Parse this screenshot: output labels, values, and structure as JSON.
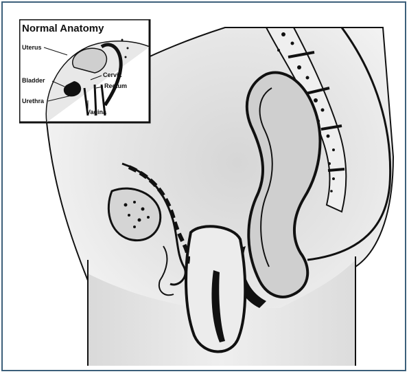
{
  "inset": {
    "title": "Normal Anatomy",
    "labels": {
      "uterus": "Uterus",
      "cervix": "Cervix",
      "bladder": "Bladder",
      "rectum": "Rectum",
      "urethra": "Urethra",
      "vagina": "Vagina"
    }
  },
  "colors": {
    "frame_border": "#3c5f7a",
    "organ_fill": "#d8d8d8",
    "body_fill": "#e9e9e9",
    "outline": "#111111"
  }
}
